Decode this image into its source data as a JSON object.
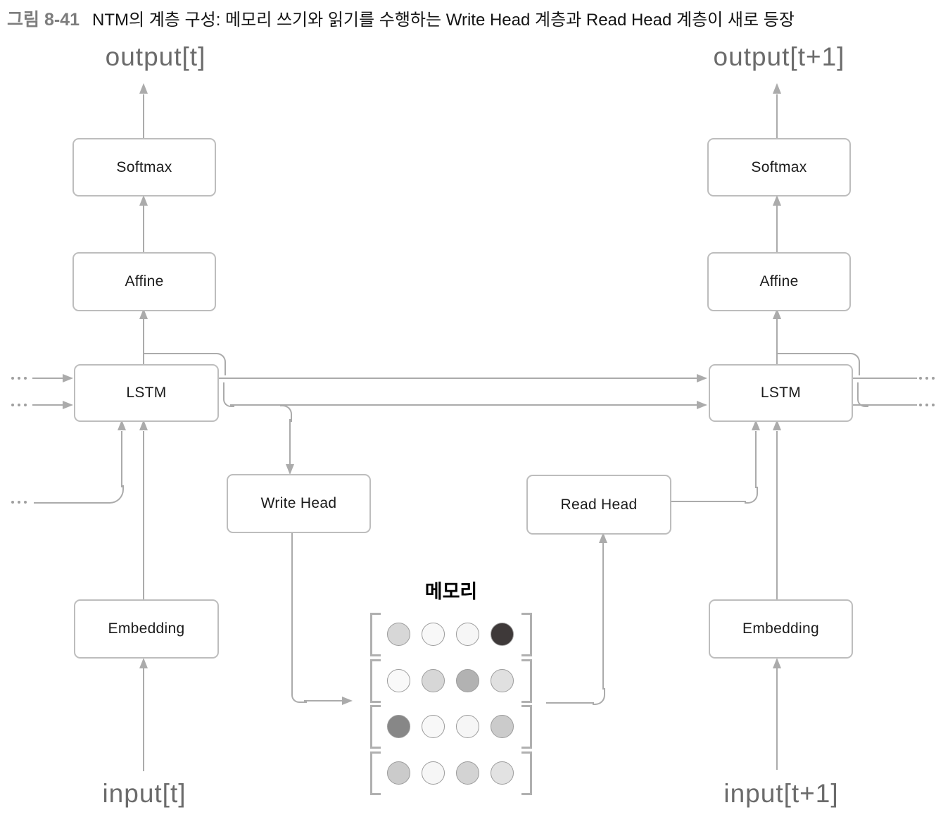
{
  "title": {
    "figure_label": "그림 8-41",
    "text": "NTM의 계층 구성: 메모리 쓰기와 읽기를 수행하는 Write Head 계층과 Read Head 계층이 새로 등장"
  },
  "left_column": {
    "output_label": "output[t]",
    "softmax": "Softmax",
    "affine": "Affine",
    "lstm": "LSTM",
    "embedding": "Embedding",
    "input_label": "input[t]"
  },
  "right_column": {
    "output_label": "output[t+1]",
    "softmax": "Softmax",
    "affine": "Affine",
    "lstm": "LSTM",
    "embedding": "Embedding",
    "input_label": "input[t+1]"
  },
  "heads": {
    "write": "Write Head",
    "read": "Read Head"
  },
  "memory": {
    "label": "메모리",
    "rows": 4,
    "cols": 4,
    "circle_fills": [
      [
        "#d7d7d7",
        "#f8f8f8",
        "#f6f6f6",
        "#3e3939"
      ],
      [
        "#f9f9f9",
        "#d7d7d7",
        "#b2b2b2",
        "#e0e0e0"
      ],
      [
        "#878787",
        "#f8f8f8",
        "#f6f6f6",
        "#cbcbcb"
      ],
      [
        "#cbcbcb",
        "#f6f6f6",
        "#d3d3d3",
        "#e2e2e2"
      ]
    ]
  },
  "colors": {
    "line": "#ababab",
    "box_border": "#bdbdbd",
    "io_label": "#6b6b6b",
    "figure_label": "#7d7d7d"
  }
}
